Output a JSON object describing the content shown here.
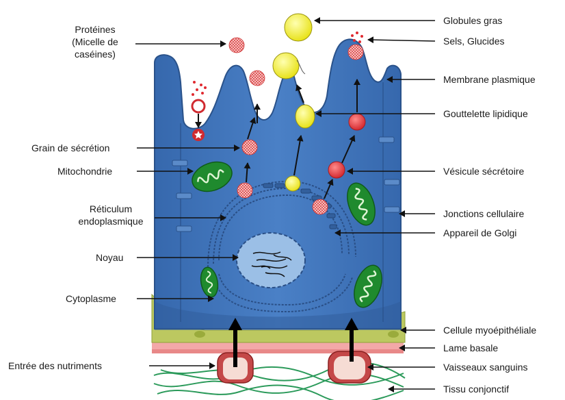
{
  "labels_left": {
    "proteins_line1": "Protéines",
    "proteins_line2": "(Micelle de",
    "proteins_line3": "caséines)",
    "secretion_grain": "Grain de sécrétion",
    "mitochondria": "Mitochondrie",
    "er_line1": "Réticulum",
    "er_line2": "endoplasmique",
    "nucleus": "Noyau",
    "cytoplasm": "Cytoplasme",
    "nutrient_entry": "Entrée des nutriments"
  },
  "labels_right": {
    "fat_globules": "Globules gras",
    "salts_sugars": "Sels, Glucides",
    "plasma_membrane": "Membrane plasmique",
    "lipid_droplet": "Gouttelette lipidique",
    "secretory_vesicle": "Vésicule sécrétoire",
    "cell_junctions": "Jonctions cellulaire",
    "golgi": "Appareil de Golgi",
    "myoepithelial": "Cellule myoépithéliale",
    "basal_lamina": "Lame basale",
    "blood_vessels": "Vaisseaux sanguins",
    "connective_tissue": "Tissu conjonctif"
  },
  "colors": {
    "cell_fill": "#3f73b8",
    "cell_dark": "#2d5a98",
    "nucleus_fill": "#8fb4de",
    "mitochondria": "#1f8a2e",
    "lipid": "#f2ee2a",
    "vesicle": "#e0343c",
    "myoepithelial": "#b8c65a",
    "basal_lamina": "#f1a2a2",
    "vessel": "#c24848",
    "connective": "#2b9a5a"
  }
}
